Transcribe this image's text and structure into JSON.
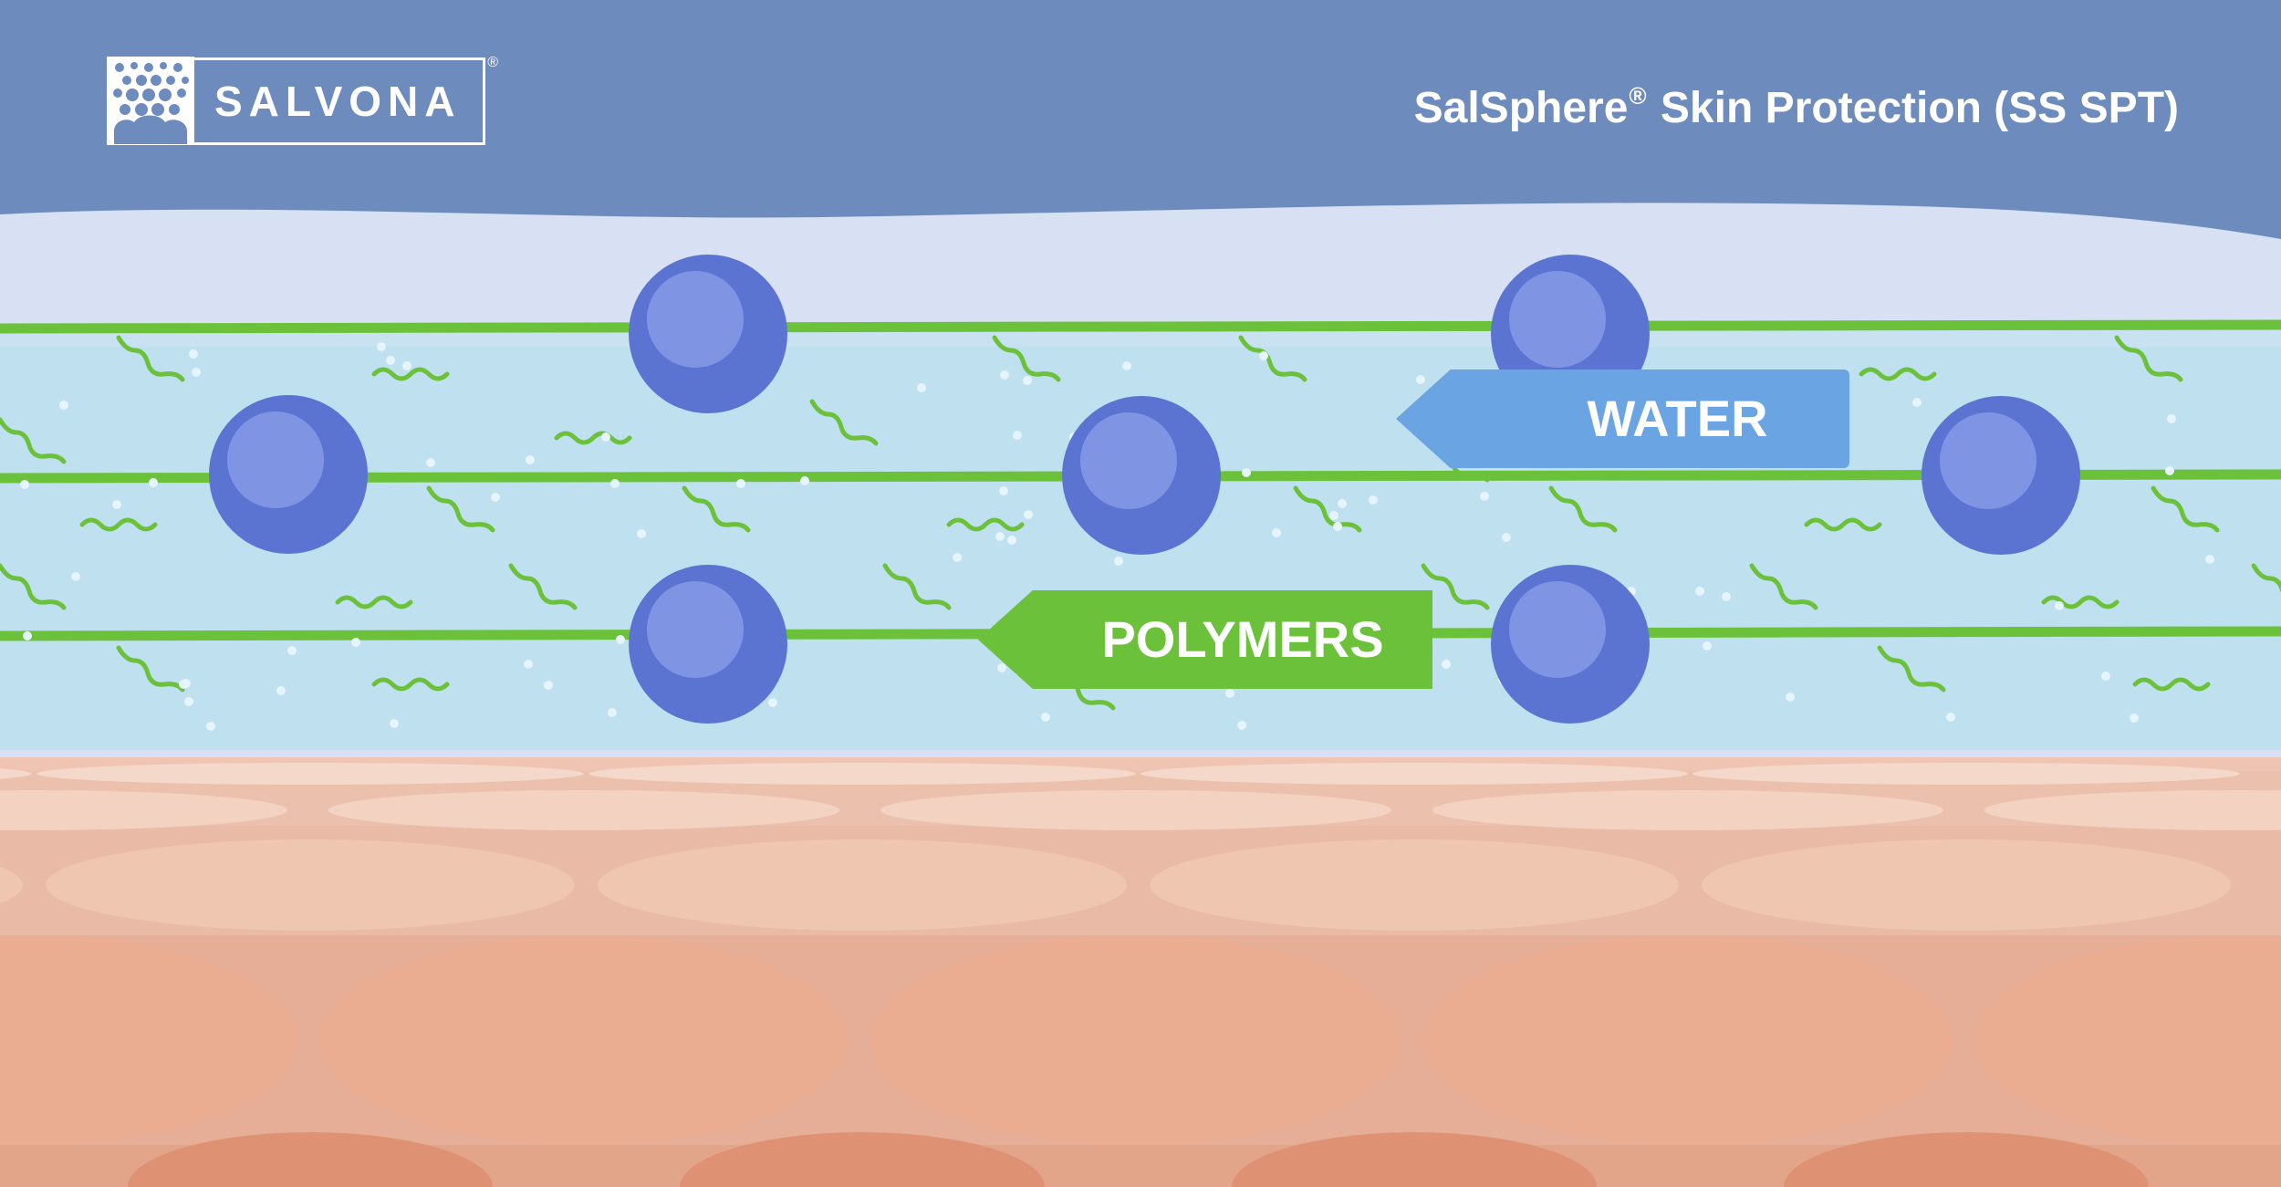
{
  "brand": {
    "name": "SALVONA",
    "registered_mark": "®"
  },
  "header": {
    "title_main": "SalSphere",
    "title_mark": "®",
    "title_rest": " Skin Protection (SS SPT)"
  },
  "labels": {
    "water": "WATER",
    "polymers": "POLYMERS"
  },
  "colors": {
    "sky": "#6d8bbd",
    "film_top": "#d7e1f3",
    "film_body": "#bfe0ef",
    "polymer_line": "#6bc13a",
    "sphere": "#5b74d2",
    "sphere_highlight": "#7f95e3",
    "water_tag": "#6ba4e3",
    "polymers_tag": "#6bc13a",
    "skin_light": "#f1d3c4",
    "skin_mid": "#ebbca7",
    "skin_deep": "#e6a98e",
    "skin_base": "#d98a6f"
  },
  "icons": [
    "salvona-logo-mark"
  ]
}
